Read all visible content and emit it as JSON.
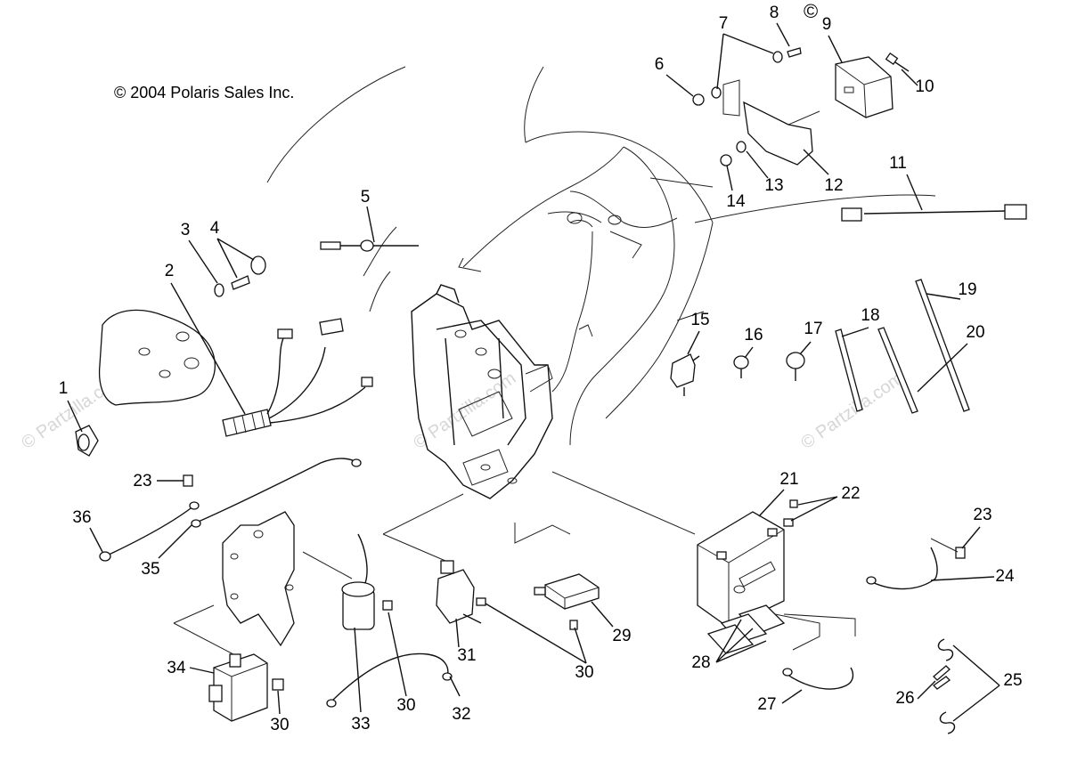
{
  "copyright": "© 2004 Polaris Sales Inc.",
  "corner_mark": "©",
  "watermark": "© Partzilla.com",
  "callouts": [
    "1",
    "2",
    "3",
    "4",
    "5",
    "6",
    "7",
    "8",
    "9",
    "10",
    "11",
    "12",
    "13",
    "14",
    "15",
    "16",
    "17",
    "18",
    "19",
    "20",
    "21",
    "22",
    "23",
    "23",
    "24",
    "25",
    "26",
    "27",
    "28",
    "29",
    "30",
    "30",
    "30",
    "31",
    "32",
    "33",
    "34",
    "35",
    "36"
  ]
}
